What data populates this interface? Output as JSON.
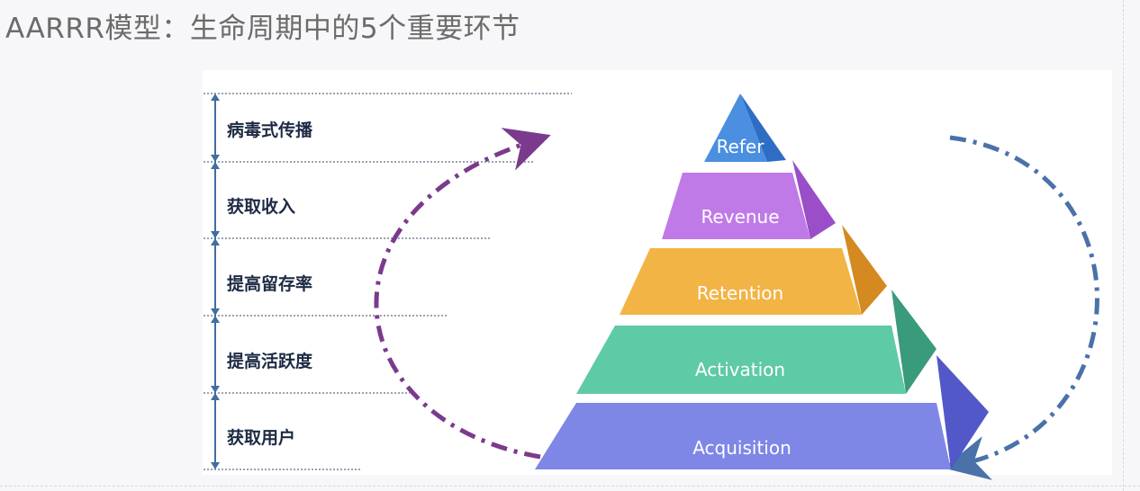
{
  "header": {
    "title": "AARRR模型：生命周期中的5个重要环节"
  },
  "stages": [
    {
      "label": "病毒式传播"
    },
    {
      "label": "获取收入"
    },
    {
      "label": "提高留存率"
    },
    {
      "label": "提高活跃度"
    },
    {
      "label": "获取用户"
    }
  ],
  "pyramid": [
    {
      "label": "Refer",
      "color": "#4a8fe0"
    },
    {
      "label": "Revenue",
      "color": "#c07ae8"
    },
    {
      "label": "Retention",
      "color": "#f2b445"
    },
    {
      "label": "Activation",
      "color": "#5fcaa6"
    },
    {
      "label": "Acquisition",
      "color": "#7e86e6"
    }
  ],
  "arrows": {
    "left_color": "#7b3a8c",
    "right_color": "#4a72a8"
  }
}
